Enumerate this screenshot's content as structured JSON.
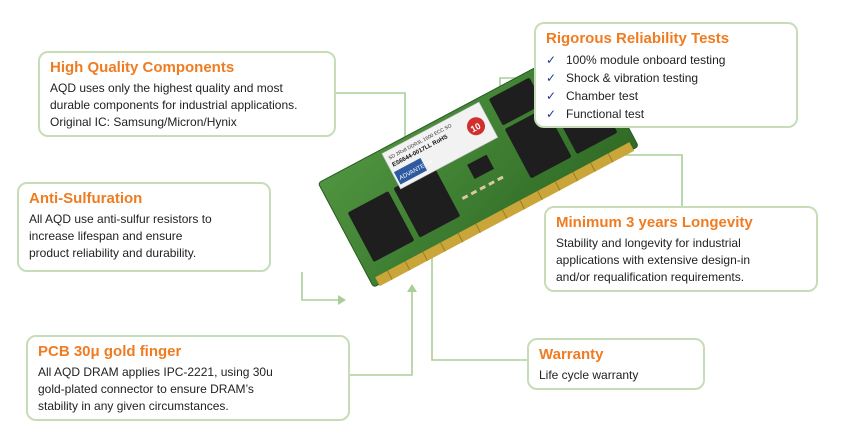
{
  "colors": {
    "title": "#f07c22",
    "border": "#c7ddb8",
    "connector": "#a9cf97",
    "pcb": "#3f7d32",
    "chip": "#1e1e1e",
    "gold": "#c9a53a",
    "check": "#1f3a93"
  },
  "cards": {
    "high_quality": {
      "title": "High Quality Components",
      "lines": [
        "AQD uses only the highest quality and most",
        "durable components for industrial applications.",
        "Original IC: Samsung/Micron/Hynix"
      ]
    },
    "anti_sulfuration": {
      "title": "Anti-Sulfuration",
      "lines": [
        "All AQD use anti-sulfur resistors to",
        "increase lifespan and ensure",
        "product reliability and durability."
      ]
    },
    "pcb_gold": {
      "title": "PCB  30μ gold finger",
      "lines": [
        "All AQD DRAM applies IPC-2221, using 30u",
        "gold-plated connector to ensure DRAM’s",
        "stability in any given circumstances."
      ]
    },
    "reliability": {
      "title": "Rigorous Reliability Tests",
      "items": [
        "100% module onboard testing",
        "Shock & vibration testing",
        "Chamber test",
        "Functional test"
      ],
      "check_glyph": "✓"
    },
    "longevity": {
      "title": "Minimum 3 years Longevity",
      "lines": [
        "Stability and longevity for industrial",
        "applications with extensive design-in",
        "and/or requalification requirements."
      ]
    },
    "warranty": {
      "title": "Warranty",
      "lines": [
        "Life cycle warranty"
      ]
    }
  },
  "module_label": {
    "line1": "SD 2Rx8 DDR3L 1600 ECC SO",
    "line2": "ES6644-0017LL RoHS",
    "brand": "ADVANTECH",
    "badge": "10"
  }
}
